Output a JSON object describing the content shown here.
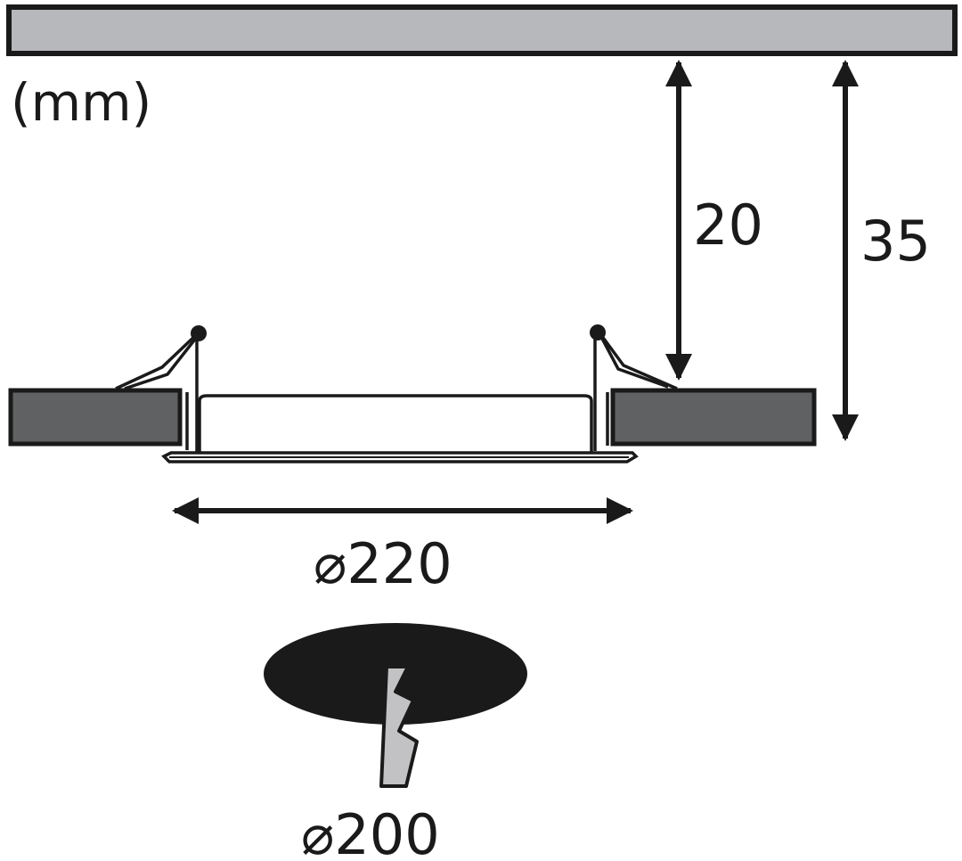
{
  "diagram": {
    "unit_label": "(mm)",
    "depth_inner_label": "20",
    "depth_total_label": "35",
    "outer_diameter_label": "⌀220",
    "cutout_diameter_label": "⌀200",
    "colors": {
      "ceiling_fill": "#b6b8bb",
      "panel_fill": "#606163",
      "line": "#1a1a1a",
      "cutout_fill": "#1a1a1a",
      "saw_fill": "#c2c2c4"
    }
  }
}
